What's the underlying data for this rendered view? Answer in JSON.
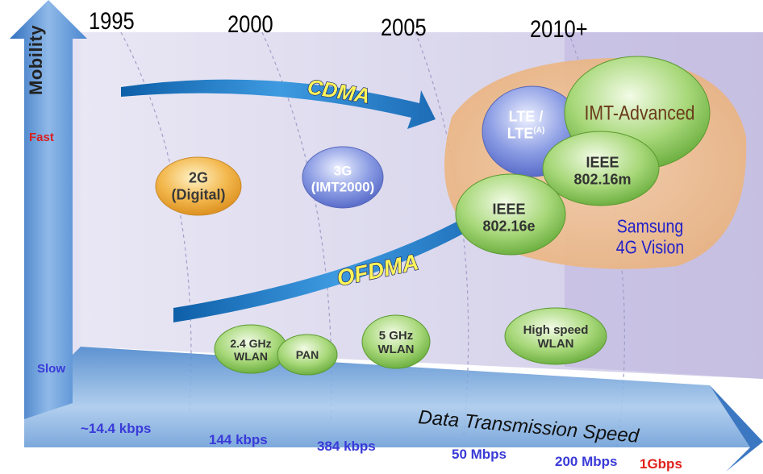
{
  "axes": {
    "vertical_label": "Mobility",
    "vertical_fast": "Fast",
    "vertical_slow": "Slow",
    "horizontal_label": "Data Transmission Speed"
  },
  "years": [
    "1995",
    "2000",
    "2005",
    "2010+"
  ],
  "speeds": [
    "~14.4 kbps",
    "144 kbps",
    "384 kbps",
    "50 Mbps",
    "200 Mbps",
    "1Gbps"
  ],
  "arrows": {
    "cdma": "CDMA",
    "ofdma": "OFDMA"
  },
  "bubbles": {
    "g2": [
      "2G",
      "(Digital)"
    ],
    "g3": [
      "3G",
      "(IMT2000)"
    ],
    "lte": [
      "LTE /",
      "LTE",
      "(A)"
    ],
    "imt_advanced": "IMT-Advanced",
    "ieee_16m": [
      "IEEE",
      "802.16m"
    ],
    "ieee_16e": [
      "IEEE",
      "802.16e"
    ],
    "samsung": [
      "Samsung",
      "4G Vision"
    ],
    "wlan24": [
      "2.4 GHz",
      "WLAN"
    ],
    "pan": "PAN",
    "wlan5": [
      "5 GHz",
      "WLAN"
    ],
    "wlan_high": [
      "High speed",
      "WLAN"
    ]
  },
  "colors": {
    "axis_blue": "#3f7fc8",
    "speed_text": "#3a3ad8",
    "highlight_red": "#e0201a",
    "vision_zone": "#f3c79a"
  }
}
